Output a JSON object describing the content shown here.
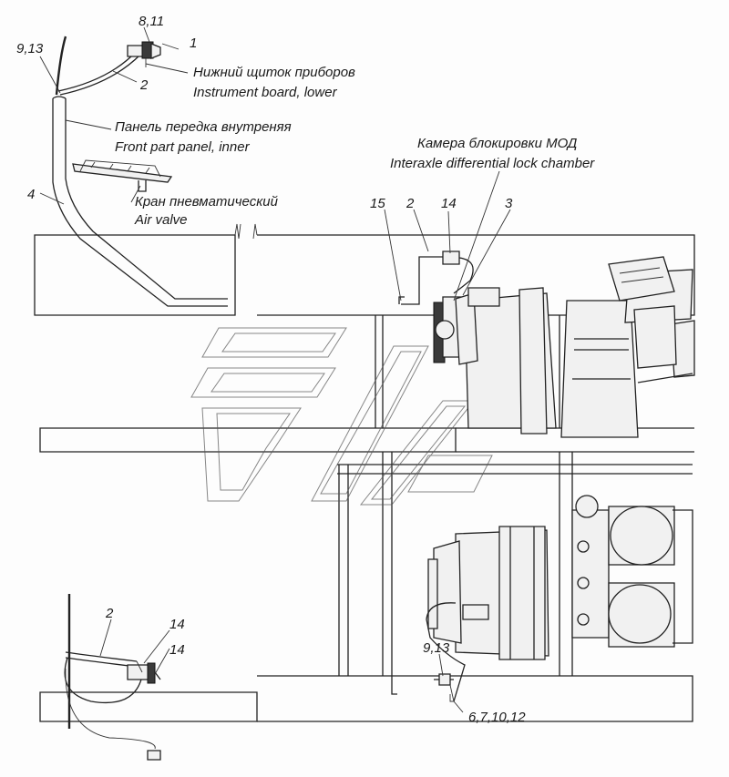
{
  "callouts": {
    "c_9_13_top": "9,13",
    "c_8_11": "8,11",
    "c_1": "1",
    "c_2_top": "2",
    "c_4": "4",
    "c_15": "15",
    "c_2_mid": "2",
    "c_14_mid": "14",
    "c_3": "3",
    "c_2_bottom": "2",
    "c_14_a": "14",
    "c_14_b": "14",
    "c_9_13_bottom": "9,13",
    "c_6_7_10_12": "6,7,10,12"
  },
  "labels": {
    "instrument_board_ru": "Нижний щиток приборов",
    "instrument_board_en": "Instrument board, lower",
    "front_panel_ru": "Панель передка внутреняя",
    "front_panel_en": "Front part panel, inner",
    "air_valve_ru": "Кран пневматический",
    "air_valve_en": "Air valve",
    "lock_chamber_ru": "Камера блокировки МОД",
    "lock_chamber_en": "Interaxle differential lock chamber"
  }
}
